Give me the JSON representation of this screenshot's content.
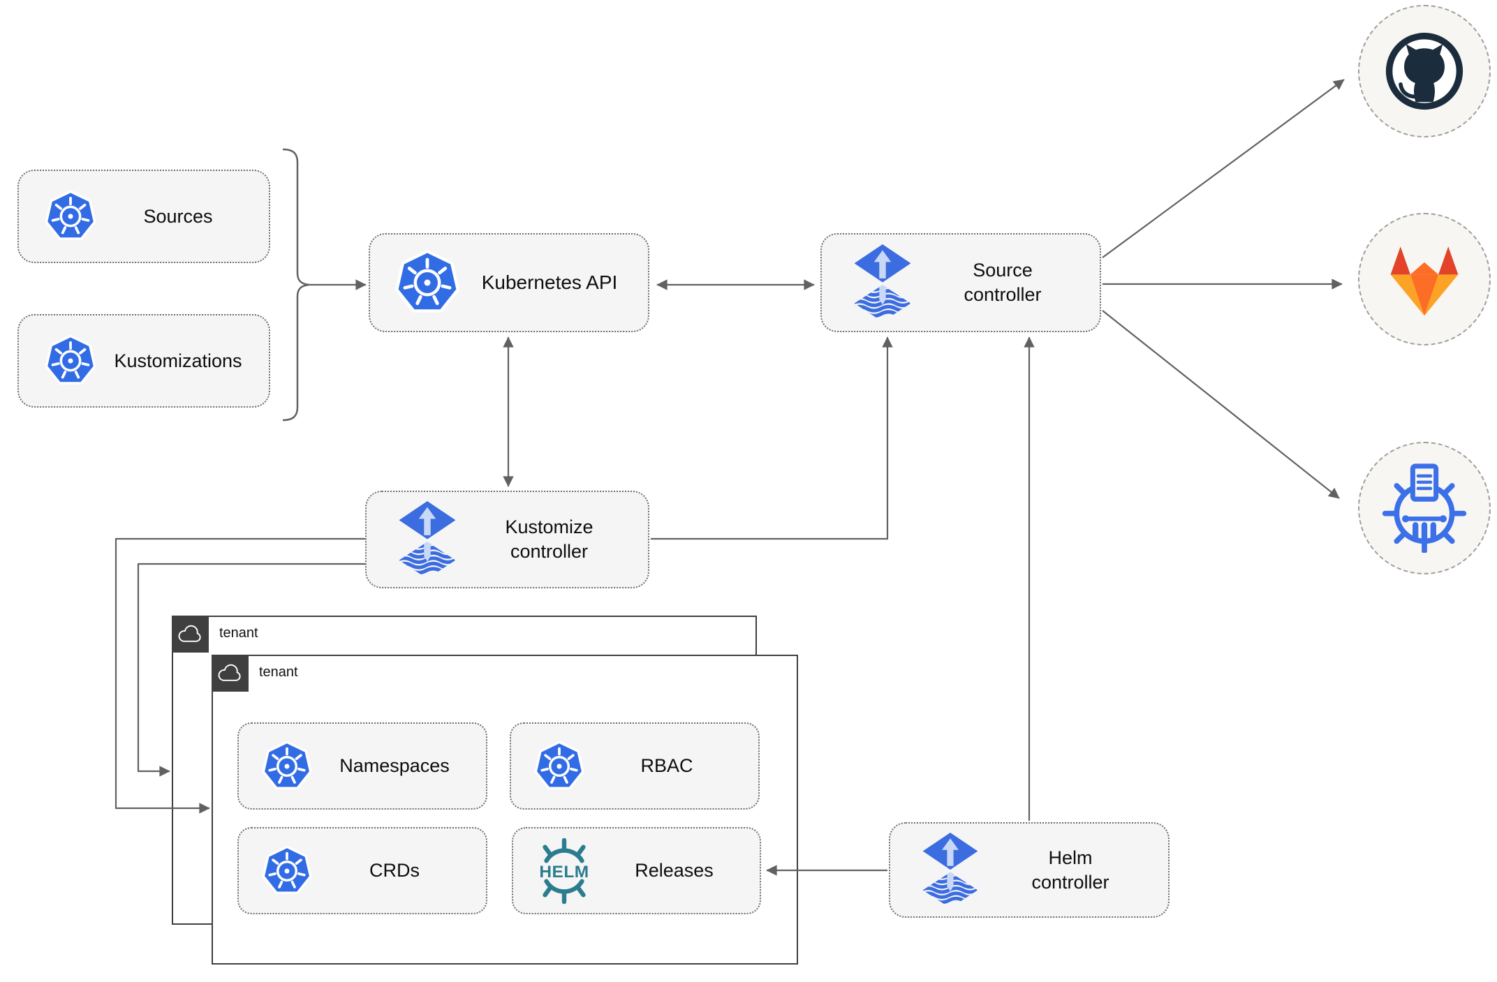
{
  "nodes": {
    "sources": {
      "label": "Sources"
    },
    "kustomizations": {
      "label": "Kustomizations"
    },
    "kubernetes_api": {
      "label": "Kubernetes API"
    },
    "source_controller": {
      "label": "Source\ncontroller"
    },
    "kustomize_controller": {
      "label": "Kustomize\ncontroller"
    },
    "helm_controller": {
      "label": "Helm\ncontroller"
    },
    "namespaces": {
      "label": "Namespaces"
    },
    "rbac": {
      "label": "RBAC"
    },
    "crds": {
      "label": "CRDs"
    },
    "releases": {
      "label": "Releases"
    }
  },
  "tenants": {
    "back": {
      "label": "tenant"
    },
    "front": {
      "label": "tenant"
    }
  },
  "providers": {
    "github": {
      "icon": "github-icon"
    },
    "gitlab": {
      "icon": "gitlab-icon"
    },
    "chart_museum": {
      "icon": "chartmuseum-icon"
    }
  },
  "helm_logo_text": "HELM",
  "colors": {
    "kubernetes_blue": "#326ce5",
    "flux_blue": "#3b6ce0",
    "flux_arrow_light": "#c9d8f6",
    "helm_teal": "#2b7c8f",
    "github_dark": "#1b2d3d",
    "gitlab_red": "#e24329",
    "gitlab_orange": "#fc6d26",
    "gitlab_amber": "#fca326",
    "chartmuseum_blue": "#3c70e8",
    "connector_gray": "#616161",
    "node_fill": "#f5f5f5",
    "node_border": "#6e6e6e",
    "circle_fill": "#f7f6f2",
    "circle_border": "#9e9e9e",
    "tenant_dark": "#3f3f3f"
  }
}
